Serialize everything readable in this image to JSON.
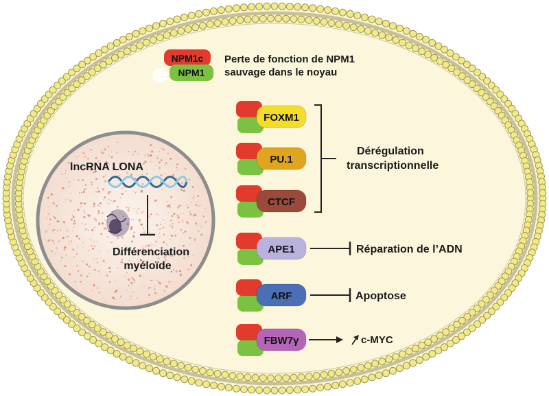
{
  "legend": {
    "mutant_label": "NPM1c",
    "wild_label": "NPM1",
    "description_line1": "Perte de fonction de NPM1",
    "description_line2": "sauvage dans le noyau"
  },
  "nucleus": {
    "lncrna_label": "lncRNA LONA",
    "diff_line1": "Différenciation",
    "diff_line2": "myéloïde"
  },
  "partners": [
    {
      "name": "FOXM1",
      "color": "#f3dc2a"
    },
    {
      "name": "PU.1",
      "color": "#e0a51e"
    },
    {
      "name": "CTCF",
      "color": "#9a4a3a"
    },
    {
      "name": "APE1",
      "color": "#b9b2dc"
    },
    {
      "name": "ARF",
      "color": "#4a6fb5"
    },
    {
      "name": "FBW7γ",
      "color": "#b565b8"
    }
  ],
  "effects": {
    "dysregulation_line1": "Dérégulation",
    "dysregulation_line2": "transcriptionnelle",
    "dna_repair": "Réparation de l’ADN",
    "apoptosis": "Apoptose",
    "myc": "c-MYC"
  },
  "colors": {
    "npm1c_red": "#e23a2c",
    "npm1_green": "#7cc242",
    "cytoplasm": "#fbf6d8",
    "membrane_bead": "#f2ea84"
  }
}
